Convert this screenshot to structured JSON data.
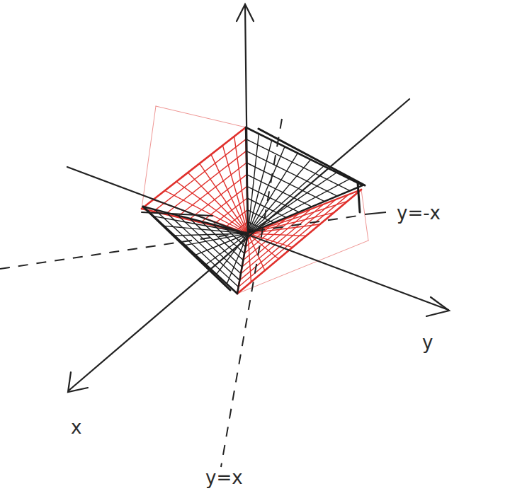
{
  "diagram": {
    "labels": [
      "y=-x",
      "y",
      "x",
      "y=x"
    ]
  }
}
